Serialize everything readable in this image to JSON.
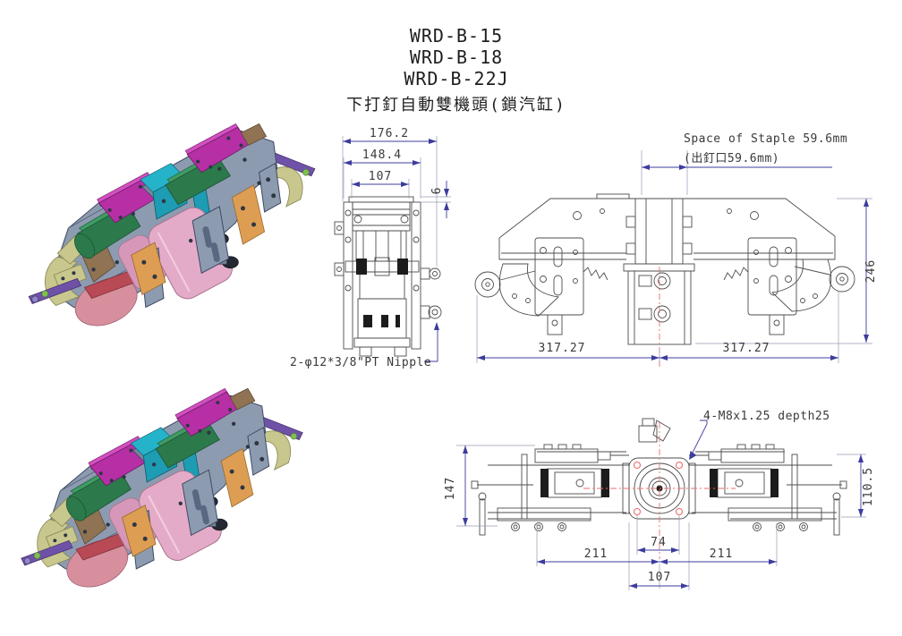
{
  "document": {
    "models": [
      "WRD-B-15",
      "WRD-B-18",
      "WRD-B-22J"
    ],
    "subtitle_zh": "下打釘自動雙機頭(鎖汽缸)"
  },
  "annotations": {
    "staple_space_en": "Space of Staple 59.6mm",
    "staple_space_zh": "(出釘口59.6mm)",
    "nipple_note": "2-φ12*3/8\"PT Nipple",
    "tap_note": "4-M8x1.25 depth25"
  },
  "front_view": {
    "dim_overall_width": "176.2",
    "dim_plate_width": "148.4",
    "dim_inner_width": "107",
    "dim_top_offset": "6"
  },
  "elevation_view": {
    "dim_height": "246",
    "dim_left_span": "317.27",
    "dim_right_span": "317.27"
  },
  "plan_view": {
    "dim_left_depth": "147",
    "dim_right_depth": "110.5",
    "dim_left_span": "211",
    "dim_right_span": "211",
    "dim_bolt_span": "74",
    "dim_base_width": "107"
  },
  "colors": {
    "dim_line": "#3c3c9e",
    "dim_text": "#3a3a3a",
    "drawing_line": "#4d4d4d",
    "centerline_red": "#f26b6b",
    "body_slate": "#8d9bb0",
    "cover_magenta": "#b62fa5",
    "belt_green": "#2c7a4b",
    "block_teal": "#1d9cb3",
    "cylinder_pink": "#e4abc8",
    "plate_orange": "#dd9e54",
    "plate_khaki": "#c8c78d",
    "arm_purple": "#6f52a8",
    "wedge_brown": "#8f7352",
    "disc_rose": "#d78f9e"
  }
}
